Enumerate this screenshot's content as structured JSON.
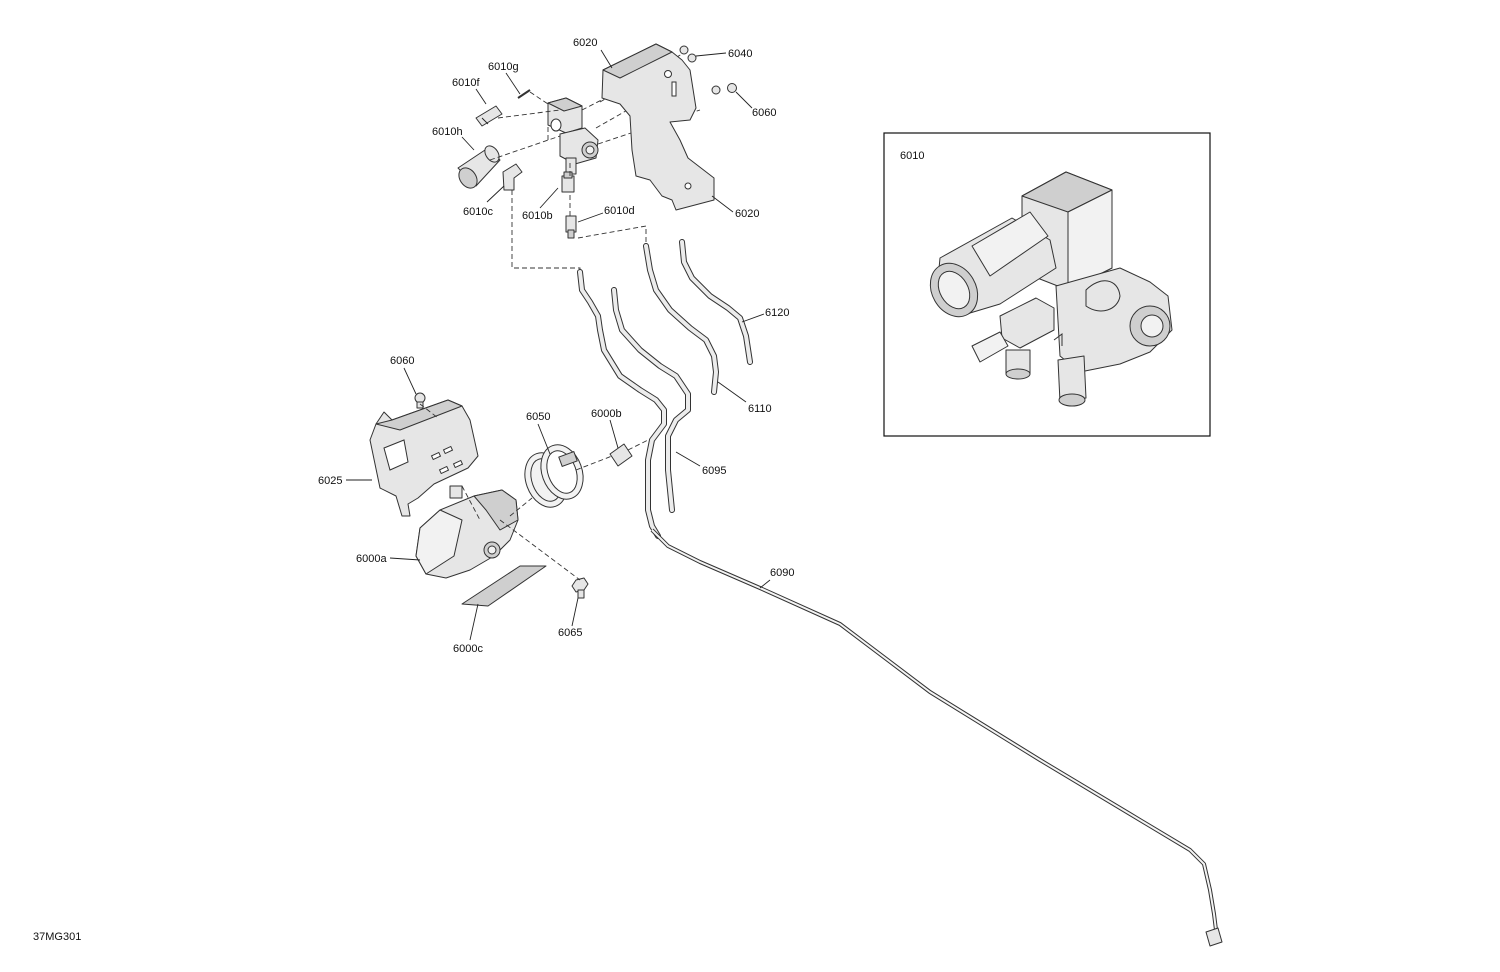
{
  "figure_code": "37MG301",
  "detail_box_label": "6010",
  "labels": {
    "p6020_top": "6020",
    "p6040": "6040",
    "p6060_top": "6060",
    "p6010g": "6010g",
    "p6010f": "6010f",
    "p6010h": "6010h",
    "p6010c": "6010c",
    "p6010b": "6010b",
    "p6010d": "6010d",
    "p6020_bottom": "6020",
    "p6120": "6120",
    "p6110": "6110",
    "p6060_left": "6060",
    "p6050": "6050",
    "p6000b": "6000b",
    "p6025": "6025",
    "p6095": "6095",
    "p6000a": "6000a",
    "p6090": "6090",
    "p6065": "6065",
    "p6000c": "6000c"
  }
}
